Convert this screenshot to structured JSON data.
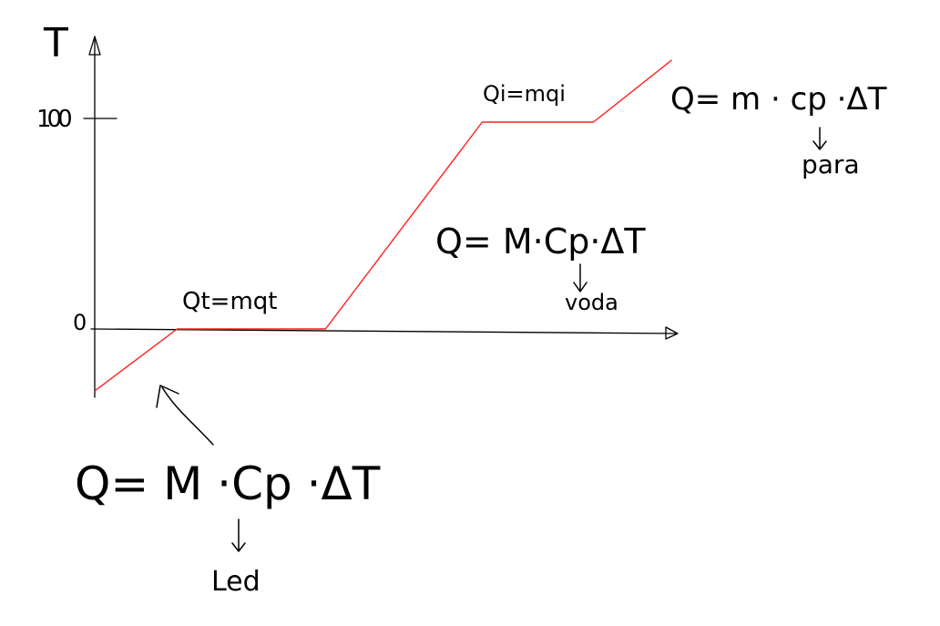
{
  "axes": {
    "y_label": "T",
    "y_tick_100": "100",
    "y_tick_0": "0"
  },
  "annotations": {
    "melting_heat": "Qt=mqt",
    "vaporization_heat": "Qi=mqi",
    "water_heat": "Q= M·Cp·ΔT",
    "water_label": "voda",
    "steam_heat": "Q= m · cp ·ΔT",
    "steam_label": "para",
    "ice_heat": "Q= M ·Cp ·ΔT",
    "ice_label": "Led"
  },
  "colors": {
    "curve": "#ff2020",
    "ink": "#000000",
    "background": "#ffffff"
  },
  "chart_data": {
    "type": "line",
    "ylabel": "T",
    "y_ticks": [
      0,
      100
    ],
    "grid": false,
    "series": [
      {
        "points": [
          {
            "x": 0,
            "y": -30
          },
          {
            "x": 1,
            "y": 0
          },
          {
            "x": 2.8,
            "y": 0
          },
          {
            "x": 4.7,
            "y": 100
          },
          {
            "x": 6.05,
            "y": 100
          },
          {
            "x": 7.0,
            "y": 130
          }
        ]
      }
    ]
  }
}
